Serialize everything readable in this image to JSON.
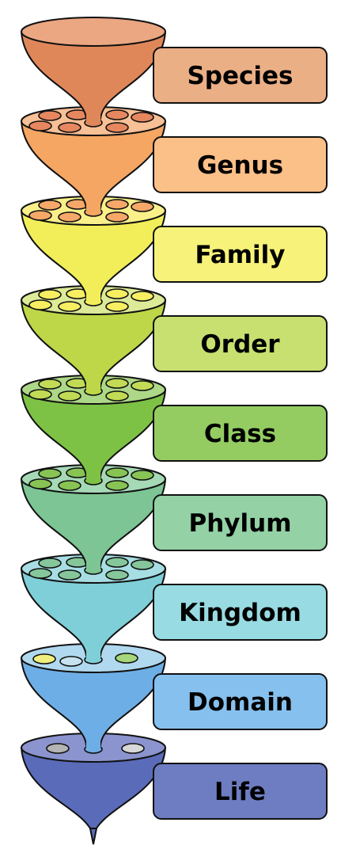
{
  "ranks": [
    {
      "label": "Species",
      "funnel_color": "#E0875A",
      "box_color": "#EBAF86",
      "rim_color": "#EBA682",
      "holes": []
    },
    {
      "label": "Genus",
      "funnel_color": "#F5A663",
      "box_color": "#FBBF88",
      "rim_color": "#F8C096",
      "holes": [
        "#E7875F",
        "#E7875F",
        "#E7875F",
        "#E7875F",
        "#E7875F",
        "#E7875F",
        "#E7875F"
      ]
    },
    {
      "label": "Family",
      "funnel_color": "#F2EE59",
      "box_color": "#F7F27A",
      "rim_color": "#F9F08A",
      "holes": [
        "#F6A868",
        "#F6A868",
        "#F6A868",
        "#F6A868",
        "#F6A868",
        "#F6A868",
        "#F6A868"
      ]
    },
    {
      "label": "Order",
      "funnel_color": "#BDD748",
      "box_color": "#C7E070",
      "rim_color": "#DDEA98",
      "holes": [
        "#F7EE62",
        "#F7EE62",
        "#F7EE62",
        "#F7EE62",
        "#F7EE62",
        "#F7EE62",
        "#F7EE62"
      ]
    },
    {
      "label": "Class",
      "funnel_color": "#7EC245",
      "box_color": "#94CC62",
      "rim_color": "#ADD888",
      "holes": [
        "#C2DB55",
        "#C2DB55",
        "#C2DB55",
        "#C2DB55",
        "#C2DB55",
        "#C2DB55",
        "#C2DB55"
      ]
    },
    {
      "label": "Phylum",
      "funnel_color": "#7DC594",
      "box_color": "#94D2A6",
      "rim_color": "#A6D9B6",
      "holes": [
        "#87C454",
        "#87C454",
        "#87C454",
        "#87C454",
        "#87C454",
        "#87C454",
        "#87C454"
      ]
    },
    {
      "label": "Kingdom",
      "funnel_color": "#7FCFD8",
      "box_color": "#98DBE2",
      "rim_color": "#A7DEE4",
      "holes": [
        "#85C79A",
        "#85C79A",
        "#85C79A",
        "#85C79A",
        "#85C79A",
        "#85C79A",
        "#85C79A"
      ]
    },
    {
      "label": "Domain",
      "funnel_color": "#6EAEE6",
      "box_color": "#86C0EE",
      "rim_color": "#B0D8EE",
      "holes": [
        "#F0EE7E",
        "#C6E2EE",
        "#A6D77A"
      ]
    },
    {
      "label": "Life",
      "funnel_color": "#5A6BB9",
      "box_color": "#6E7DC2",
      "rim_color": "#8B94CE",
      "holes": [
        "#B4B4B4",
        "#D8D8D8"
      ]
    }
  ]
}
